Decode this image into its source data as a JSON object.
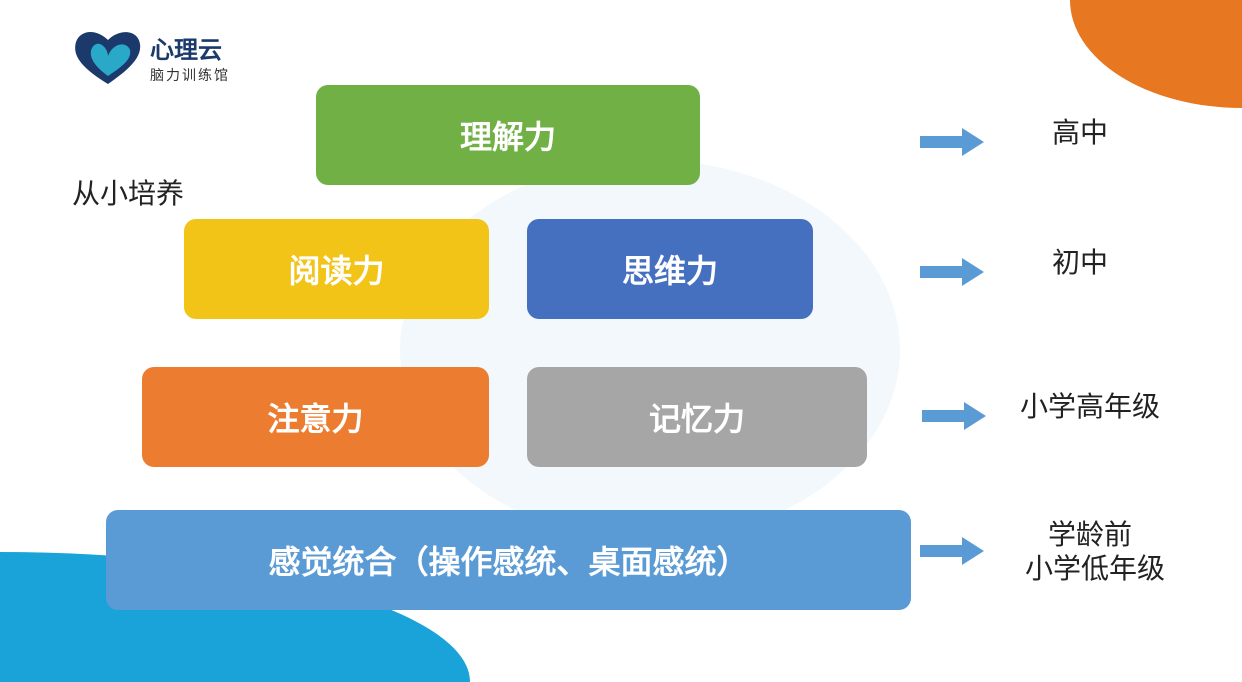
{
  "logo": {
    "name": "心理云",
    "subtitle": "脑力训练馆"
  },
  "side_label": "从小培养",
  "boxes": {
    "comprehension": "理解力",
    "reading": "阅读力",
    "thinking": "思维力",
    "attention": "注意力",
    "memory": "记忆力",
    "sensory": "感觉统合（操作感统、桌面感统）"
  },
  "levels": {
    "high": "高中",
    "middle": "初中",
    "upper_primary": "小学高年级",
    "preschool": "学龄前",
    "lower_primary": "小学低年级"
  },
  "colors": {
    "green": "#70b044",
    "yellow": "#f2c418",
    "blue": "#4570c0",
    "orange": "#ec7d30",
    "gray": "#a6a6a6",
    "light_blue": "#5b9bd5",
    "arrow": "#5b9bd5"
  }
}
